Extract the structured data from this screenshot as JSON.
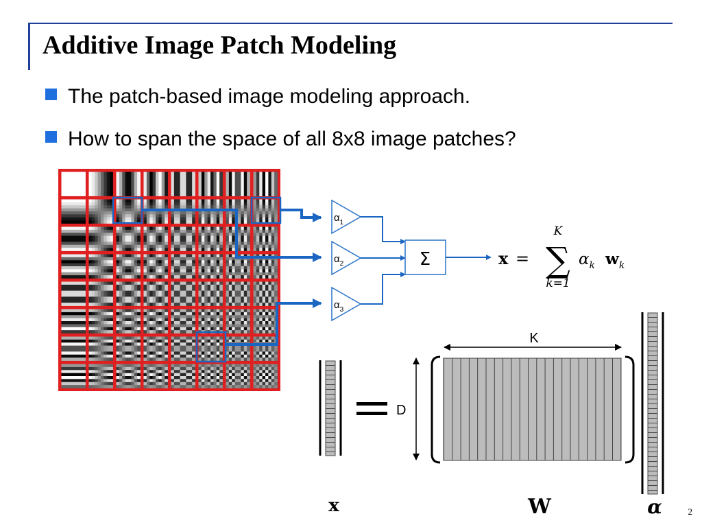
{
  "slide": {
    "title": "Additive Image Patch Modeling",
    "bullets": [
      "The patch-based image modeling approach.",
      "How to span the space of all 8x8 image patches?"
    ],
    "page_number": "2"
  },
  "diagram": {
    "basis_grid": {
      "rows": 8,
      "cols": 8
    },
    "alpha_labels": [
      "α",
      "α",
      "α"
    ],
    "alpha_subscripts": [
      "1",
      "2",
      "3"
    ],
    "sum_symbol": "Σ",
    "formula": {
      "lhs": "x",
      "equals": "=",
      "upper": "K",
      "sigma": "∑",
      "lower": "k=1",
      "alpha": "α",
      "alpha_sub": "k",
      "w": "w",
      "w_sub": "k"
    },
    "matrix_labels": {
      "k": "K",
      "d": "D",
      "x": "x",
      "w": "W",
      "alpha": "α"
    },
    "colors": {
      "grid_border": "#e02020",
      "highlight": "#1a66c2",
      "arrow": "#1a66c2",
      "title_rule": "#1f3f99",
      "bullet": "#1f6fde"
    }
  }
}
